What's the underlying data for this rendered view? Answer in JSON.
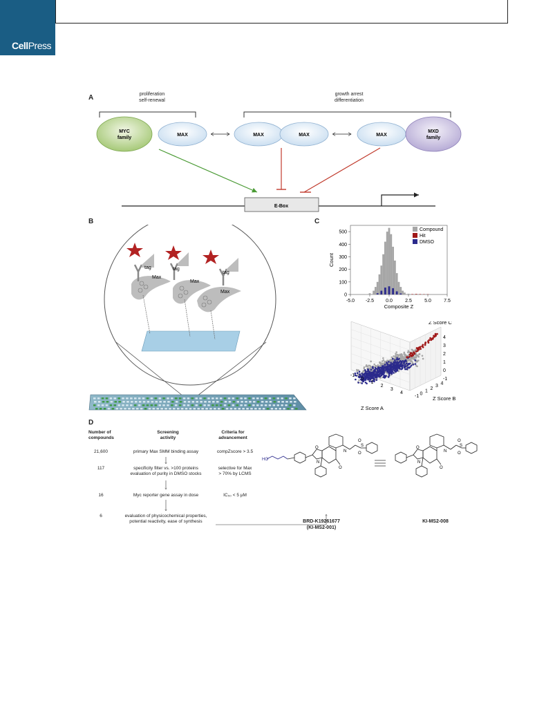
{
  "journal": {
    "brand_bold": "Cell",
    "brand_light": "Press"
  },
  "panels": {
    "a": "A",
    "b": "B",
    "c": "C",
    "d": "D"
  },
  "panel_a": {
    "left_group": [
      "proliferation",
      "self-renewal"
    ],
    "right_group": [
      "growth arrest",
      "differentiation"
    ],
    "myc": [
      "MYC",
      "family"
    ],
    "max": "MAX",
    "mxd": [
      "MXD",
      "family"
    ],
    "ebox": "E-Box",
    "colors": {
      "myc_fill": "#b7d48a",
      "max_fill": "#dbe9f6",
      "mxd_fill": "#c9c0e0",
      "activate": "#4a9a34",
      "repress": "#c0392b"
    }
  },
  "panel_b": {
    "max_label": "Max",
    "tag_label": "tag"
  },
  "histogram": {
    "legend": [
      "Compound",
      "Hit",
      "DMSO"
    ],
    "colors": {
      "compound": "#a6a6a6",
      "hit": "#a01818",
      "dmso": "#2b2a8c"
    }
  },
  "chart_data": [
    {
      "type": "bar",
      "xlabel": "Composite Z",
      "ylabel": "Count",
      "xlim": [
        -5.0,
        7.5
      ],
      "ylim": [
        0,
        550
      ],
      "x_ticks": [
        "-5.0",
        "-2.5",
        "0.0",
        "2.5",
        "5.0",
        "7.5"
      ],
      "y_ticks": [
        "0",
        "100",
        "200",
        "300",
        "400",
        "500"
      ],
      "series": [
        {
          "name": "Compound",
          "x": [
            -3.0,
            -2.5,
            -2.0,
            -1.75,
            -1.5,
            -1.25,
            -1.0,
            -0.75,
            -0.5,
            -0.25,
            0.0,
            0.25,
            0.5,
            0.75,
            1.0,
            1.25,
            1.5,
            1.75,
            2.0,
            2.5,
            3.0
          ],
          "values": [
            2,
            10,
            30,
            60,
            100,
            160,
            230,
            320,
            420,
            500,
            530,
            480,
            380,
            270,
            170,
            100,
            60,
            30,
            15,
            6,
            2
          ]
        },
        {
          "name": "DMSO",
          "x": [
            -1.5,
            -1.0,
            -0.5,
            0.0,
            0.5,
            1.0,
            1.5
          ],
          "values": [
            10,
            30,
            55,
            65,
            50,
            25,
            8
          ]
        },
        {
          "name": "Hit",
          "x": [
            3.0,
            3.5,
            4.0,
            4.5,
            5.0
          ],
          "values": [
            3,
            4,
            3,
            2,
            2
          ]
        }
      ]
    },
    {
      "type": "scatter",
      "xlabel": "Z Score A",
      "ylabel": "Z Score B",
      "zlabel": "Z Score C",
      "x_ticks": [
        "-1",
        "0",
        "1",
        "2",
        "3",
        "4"
      ],
      "y_ticks": [
        "-1",
        "0",
        "1",
        "2",
        "3",
        "4"
      ],
      "z_ticks": [
        "-1",
        "0",
        "1",
        "2",
        "3",
        "4"
      ],
      "series": [
        {
          "name": "Compound"
        },
        {
          "name": "DMSO"
        },
        {
          "name": "Hit"
        }
      ]
    }
  ],
  "panel_d": {
    "headers": [
      [
        "Number of",
        "compounds"
      ],
      [
        "Screening",
        "activity"
      ],
      [
        "Criteria for",
        "advancement"
      ]
    ],
    "rows": [
      {
        "n": "21,600",
        "activity": [
          "primary Max SMM binding assay"
        ],
        "criteria": [
          "compZscore > 3.5"
        ]
      },
      {
        "n": "117",
        "activity": [
          "specificity filter vs. >100 proteins",
          "evaluation of purity in DMSO stocks"
        ],
        "criteria": [
          "selective for Max",
          "> 70% by LCMS"
        ]
      },
      {
        "n": "16",
        "activity": [
          "Myc reporter gene assay in dose"
        ],
        "criteria": [
          "IC₅₀ < 5 μM"
        ]
      },
      {
        "n": "6",
        "activity": [
          "evaluation of physicochemical properties,",
          "potential reactivity, ease of synthesis"
        ],
        "criteria": []
      }
    ],
    "compound1": [
      "BRD-K19261677",
      "(KI-MS2-001)"
    ],
    "compound2": "KI-MS2-008",
    "ho_label": "HO",
    "atoms": {
      "o": "O",
      "n": "N",
      "s": "S"
    }
  }
}
